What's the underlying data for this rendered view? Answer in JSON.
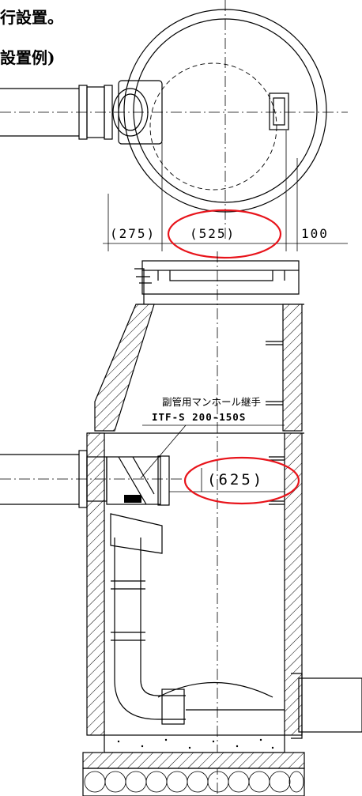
{
  "header": {
    "line1": "行設置。",
    "line2": "設置例)"
  },
  "dimensions": {
    "left": "(275)",
    "center": "(525)",
    "right": "100",
    "inner": "(625)"
  },
  "fitting_label": {
    "name": "副管用マンホール継手",
    "model": "ITF-S 200-150S"
  },
  "colors": {
    "line": "#000000",
    "highlight": "#e8141b",
    "background": "#ffffff"
  }
}
